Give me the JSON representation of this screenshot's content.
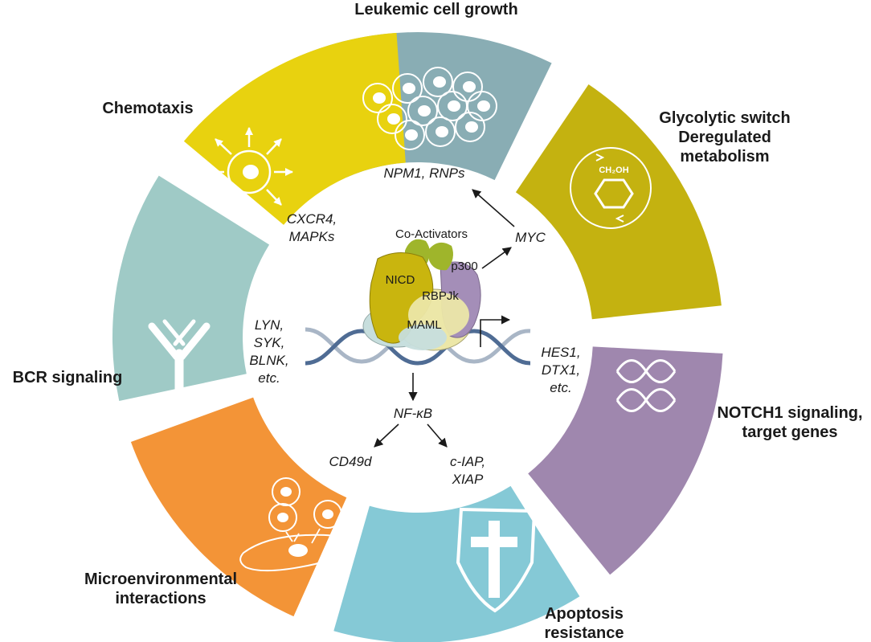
{
  "segments": [
    {
      "key": "leukemic",
      "label_lines": [
        "Leukemic cell growth"
      ],
      "color": "#89adb4",
      "icon": "cells-icon"
    },
    {
      "key": "glycolytic",
      "label_lines": [
        "Glycolytic switch",
        "Deregulated",
        "metabolism"
      ],
      "color": "#c4b210",
      "icon": "glucose-ring-icon"
    },
    {
      "key": "notch1",
      "label_lines": [
        "NOTCH1 signaling,",
        "target genes"
      ],
      "color": "#9f87ae",
      "icon": "dna-icon"
    },
    {
      "key": "apoptosis",
      "label_lines": [
        "Apoptosis",
        "resistance"
      ],
      "color": "#85c9d6",
      "icon": "shield-cross-icon"
    },
    {
      "key": "micro",
      "label_lines": [
        "Microenvironmental",
        "interactions"
      ],
      "color": "#f39437",
      "icon": "cell-interaction-icon"
    },
    {
      "key": "bcr",
      "label_lines": [
        "BCR signaling"
      ],
      "color": "#9fcac6",
      "icon": "antibody-icon"
    },
    {
      "key": "chemotaxis",
      "label_lines": [
        "Chemotaxis"
      ],
      "color": "#e8d20f",
      "icon": "chemotaxis-icon"
    }
  ],
  "genes": {
    "npm1": "NPM1, RNPs",
    "cxcr4": [
      "CXCR4,",
      "MAPKs"
    ],
    "myc": "MYC",
    "lyn": [
      "LYN,",
      "SYK,",
      "BLNK,",
      "etc."
    ],
    "hes1": [
      "HES1,",
      "DTX1,",
      "etc."
    ],
    "nfkb": "NF-κB",
    "cd49d": "CD49d",
    "ciap": [
      "c-IAP,",
      "XIAP"
    ]
  },
  "complex": {
    "coactivators": "Co-Activators",
    "nicd": "NICD",
    "p300": "p300",
    "rbpjk": "RBPJk",
    "maml": "MAML"
  },
  "chem_label": "CH₂OH",
  "colors": {
    "nicd": "#c9b50e",
    "coactivator": "#9fb52b",
    "p300": "#a48eb8",
    "rbpjk": "#ece7a8",
    "maml": "#c7dedd",
    "dna_dark": "#4f6c94",
    "dna_light": "#a9b6c6"
  }
}
